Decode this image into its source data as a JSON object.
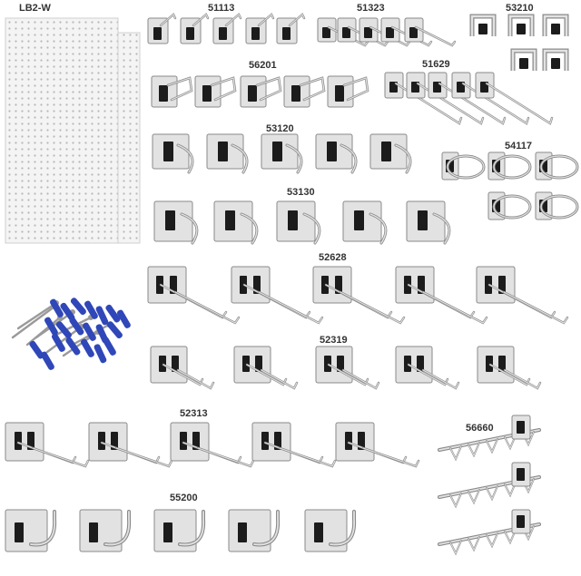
{
  "labels": {
    "pegboard": "LB2-W",
    "p51113": "51113",
    "p51323": "51323",
    "p53210": "53210",
    "p56201": "56201",
    "p51629": "51629",
    "p53120": "53120",
    "p54117": "54117",
    "p53130": "53130",
    "p52628": "52628",
    "p52319": "52319",
    "p52313": "52313",
    "p56660": "56660",
    "p55200": "55200"
  },
  "colors": {
    "pegboard": "#f4f4f4",
    "hole": "#b8b8b8",
    "metal_light": "#e2e2e2",
    "metal_dark": "#8a8a8a",
    "clip_black": "#1c1c1c",
    "anchor_blue": "#2f47b8",
    "screw": "#9a9a9a"
  }
}
